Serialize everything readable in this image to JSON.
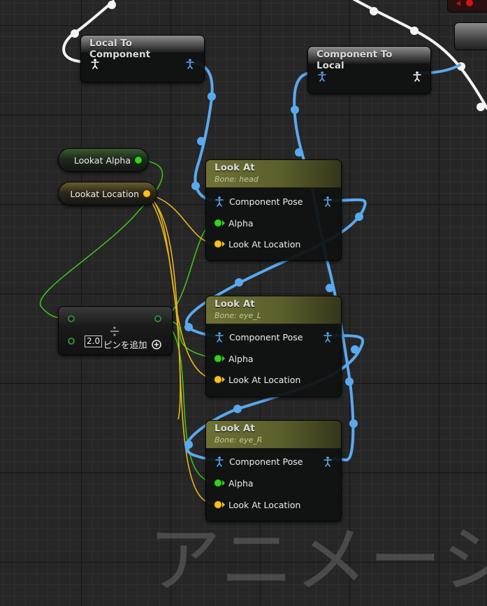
{
  "watermark": "アニメーショ",
  "icons": {
    "pose_pin": "person-pose-icon",
    "add_pin": "plus-circle-icon",
    "divide": "divide-icon"
  },
  "colors": {
    "pose_wire": "#5aa9ee",
    "float_pin": "#35d11b",
    "vector_pin": "#f7c01d",
    "exec_wire": "#ffffff",
    "anim_header": "#5c5f2c"
  },
  "nodes": {
    "local_to_component": {
      "title": "Local To Component"
    },
    "component_to_local": {
      "title": "Component To Local"
    },
    "lookat_alpha_var": {
      "label": "Lookat Alpha"
    },
    "lookat_location_var": {
      "label": "Lookat Location"
    },
    "divide": {
      "value": "2.0",
      "add_pin_label": "ピンを追加"
    },
    "look_at_head": {
      "title": "Look At",
      "subtitle": "Bone: head",
      "pins": {
        "pose": "Component Pose",
        "alpha": "Alpha",
        "location": "Look At Location"
      }
    },
    "look_at_eye_l": {
      "title": "Look At",
      "subtitle": "Bone: eye_L",
      "pins": {
        "pose": "Component Pose",
        "alpha": "Alpha",
        "location": "Look At Location"
      }
    },
    "look_at_eye_r": {
      "title": "Look At",
      "subtitle": "Bone: eye_R",
      "pins": {
        "pose": "Component Pose",
        "alpha": "Alpha",
        "location": "Look At Location"
      }
    }
  }
}
